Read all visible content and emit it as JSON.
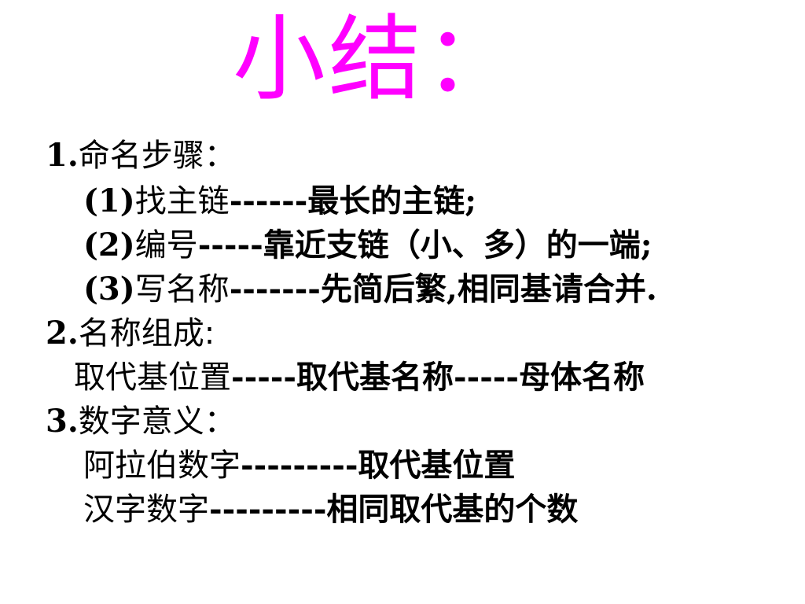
{
  "title": "小结：",
  "colors": {
    "title": "#ff00ff",
    "text": "#000000",
    "background": "#ffffff"
  },
  "lines": [
    {
      "num": "1.",
      "text": "命名步骤：",
      "tail": ""
    },
    {
      "num": "(1)",
      "text": "找主链",
      "tail": "------最长的主链;"
    },
    {
      "num": "(2)",
      "text": "编号",
      "tail": "-----靠近支链（小、多）的一端;"
    },
    {
      "num": "(3)",
      "text": "写名称",
      "tail": "-------先简后繁,相同基请合并."
    },
    {
      "num": "2.",
      "text": "名称组成:",
      "tail": ""
    },
    {
      "num": "",
      "text": "取代基位置",
      "tail": "-----取代基名称-----母体名称"
    },
    {
      "num": "3.",
      "text": "数字意义：",
      "tail": ""
    },
    {
      "num": "",
      "text": "阿拉伯数字",
      "tail": "---------取代基位置"
    },
    {
      "num": "",
      "text": "汉字数字",
      "tail": "---------相同取代基的个数"
    }
  ]
}
